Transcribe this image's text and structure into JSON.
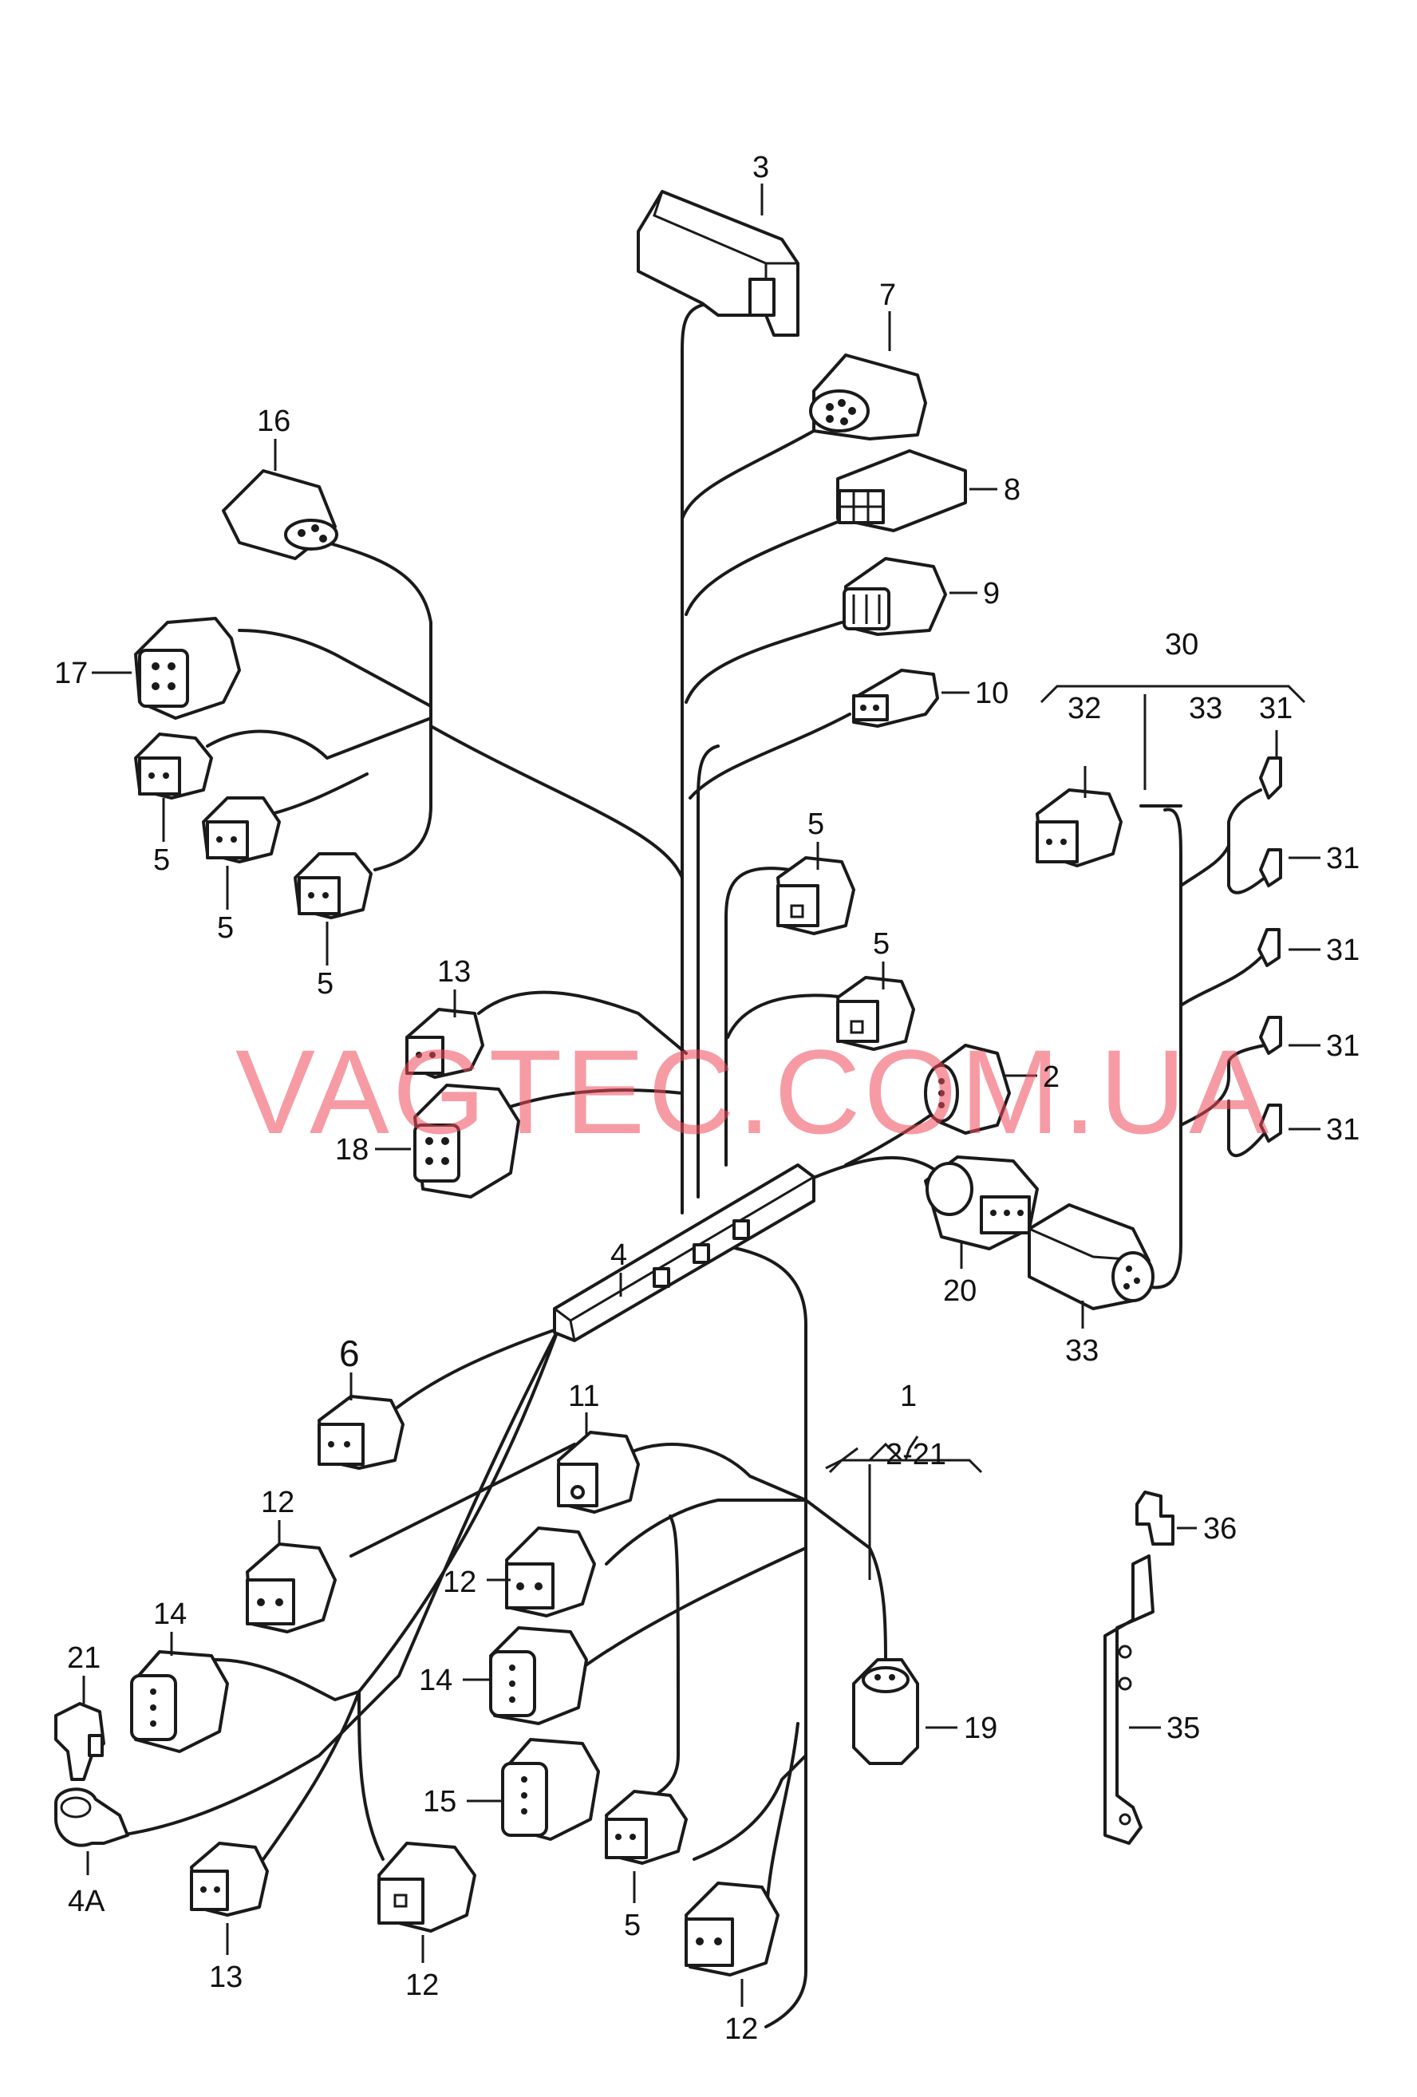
{
  "watermark": "VAGTEC.COM.UA",
  "labels": {
    "l1": "1",
    "l2_21": "2-21",
    "l2": "2",
    "l3": "3",
    "l4": "4",
    "l4a": "4A",
    "l5a": "5",
    "l5b": "5",
    "l5c": "5",
    "l5d": "5",
    "l5e": "5",
    "l5f": "5",
    "l6": "6",
    "l7": "7",
    "l8": "8",
    "l9": "9",
    "l10": "10",
    "l11": "11",
    "l12a": "12",
    "l12b": "12",
    "l12c": "12",
    "l12d": "12",
    "l13a": "13",
    "l13b": "13",
    "l14a": "14",
    "l14b": "14",
    "l15": "15",
    "l16": "16",
    "l17": "17",
    "l18": "18",
    "l19": "19",
    "l20": "20",
    "l21": "21",
    "l30": "30",
    "l31a": "31",
    "l31b": "31",
    "l31c": "31",
    "l31d": "31",
    "l31e": "31",
    "l32": "32",
    "l33a": "33",
    "l33b": "33",
    "l35": "35",
    "l36": "36"
  }
}
